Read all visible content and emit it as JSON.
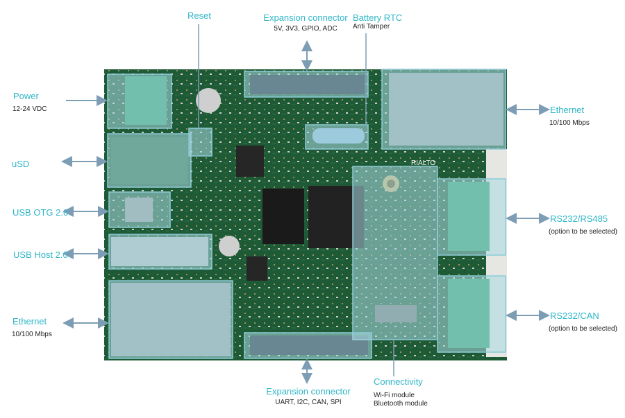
{
  "colors": {
    "label": "#2fb6c8",
    "arrow": "#7c9db3",
    "highlight": "#a9dbe4",
    "board": "#1f5a36"
  },
  "labels": {
    "reset": {
      "title": "Reset"
    },
    "expansion_top": {
      "title": "Expansion connector",
      "sub": "5V, 3V3, GPIO, ADC"
    },
    "battery": {
      "title": "Battery RTC",
      "sub": "Anti Tamper"
    },
    "power": {
      "title": "Power",
      "sub": "12-24 VDC"
    },
    "usd": {
      "title": "uSD"
    },
    "usb_otg": {
      "title": "USB OTG 2.0"
    },
    "usb_host": {
      "title": "USB Host 2.0"
    },
    "ethernet_left": {
      "title": "Ethernet",
      "sub": "10/100 Mbps"
    },
    "ethernet_right": {
      "title": "Ethernet",
      "sub": "10/100 Mbps"
    },
    "rs485": {
      "title": "RS232/RS485",
      "sub": "(option to be selected)"
    },
    "can": {
      "title": "RS232/CAN",
      "sub": "(option to be selected)"
    },
    "expansion_bottom": {
      "title": "Expansion connector",
      "sub": "UART, I2C, CAN, SPI"
    },
    "connectivity": {
      "title": "Connectivity",
      "sub1": "Wi-Fi module",
      "sub2": "Bluetooth module"
    }
  },
  "board_marking": "RIALTO"
}
